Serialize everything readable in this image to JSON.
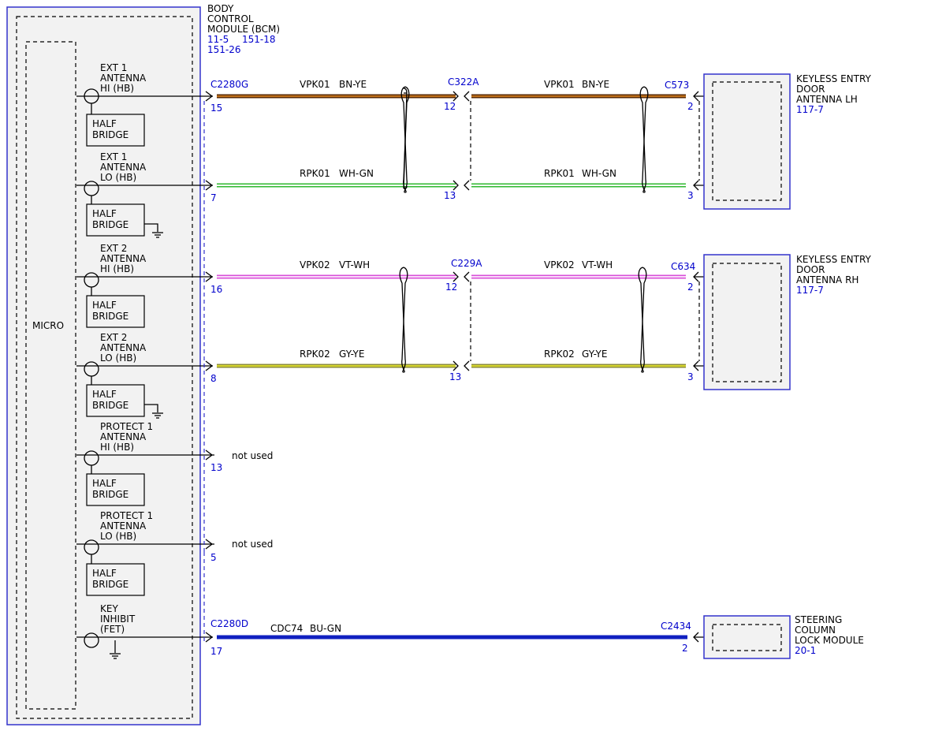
{
  "bcm": {
    "title_lines": [
      "BODY",
      "CONTROL",
      "MODULE (BCM)"
    ],
    "ref1": "11-5",
    "ref2": "151-18",
    "ref3": "151-26",
    "micro": "MICRO",
    "half_bridge": [
      "HALF",
      "BRIDGE"
    ]
  },
  "circuits": [
    {
      "label": [
        "EXT 1",
        "ANTENNA",
        "HI (HB)"
      ],
      "pin": "15",
      "ground": false
    },
    {
      "label": [
        "EXT 1",
        "ANTENNA",
        "LO (HB)"
      ],
      "pin": "7",
      "ground": true
    },
    {
      "label": [
        "EXT 2",
        "ANTENNA",
        "HI (HB)"
      ],
      "pin": "16",
      "ground": false
    },
    {
      "label": [
        "EXT 2",
        "ANTENNA",
        "LO (HB)"
      ],
      "pin": "8",
      "ground": true
    },
    {
      "label": [
        "PROTECT 1",
        "ANTENNA",
        "HI (HB)"
      ],
      "pin": "13",
      "ground": false
    },
    {
      "label": [
        "PROTECT 1",
        "ANTENNA",
        "LO (HB)"
      ],
      "pin": "5",
      "ground": false
    },
    {
      "label": [
        "KEY",
        "INHIBIT",
        "(FET)"
      ],
      "pin": "17",
      "ground": true
    }
  ],
  "not_used": "not used",
  "connectors": {
    "bcm_g": "C2280G",
    "bcm_d": "C2280D",
    "inline_1": "C322A",
    "inline_2": "C229A",
    "lh": "C573",
    "rh": "C634",
    "sclm": "C2434"
  },
  "wires": [
    {
      "circuit": "VPK01",
      "color": "BN-YE",
      "pin_inline": "12",
      "pin_end": "2",
      "c1": "#c0711a",
      "c2": "#5a2a05"
    },
    {
      "circuit": "RPK01",
      "color": "WH-GN",
      "pin_inline": "13",
      "pin_end": "3",
      "c1": "#2fb82f",
      "c2": "#ffffff"
    },
    {
      "circuit": "VPK02",
      "color": "VT-WH",
      "pin_inline": "12",
      "pin_end": "2",
      "c1": "#d84fd8",
      "c2": "#f8d8f8"
    },
    {
      "circuit": "RPK02",
      "color": "GY-YE",
      "pin_inline": "13",
      "pin_end": "3",
      "c1": "#8c8c3a",
      "c2": "#d6d62e"
    },
    {
      "circuit": "CDC74",
      "color": "BU-GN",
      "pin_end": "2",
      "c1": "#1020c0",
      "c2": "#1020c0"
    }
  ],
  "modules": {
    "lh": {
      "lines": [
        "KEYLESS ENTRY",
        "DOOR",
        "ANTENNA LH"
      ],
      "ref": "117-7"
    },
    "rh": {
      "lines": [
        "KEYLESS ENTRY",
        "DOOR",
        "ANTENNA RH"
      ],
      "ref": "117-7"
    },
    "sclm": {
      "lines": [
        "STEERING",
        "COLUMN",
        "LOCK MODULE"
      ],
      "ref": "20-1"
    }
  }
}
